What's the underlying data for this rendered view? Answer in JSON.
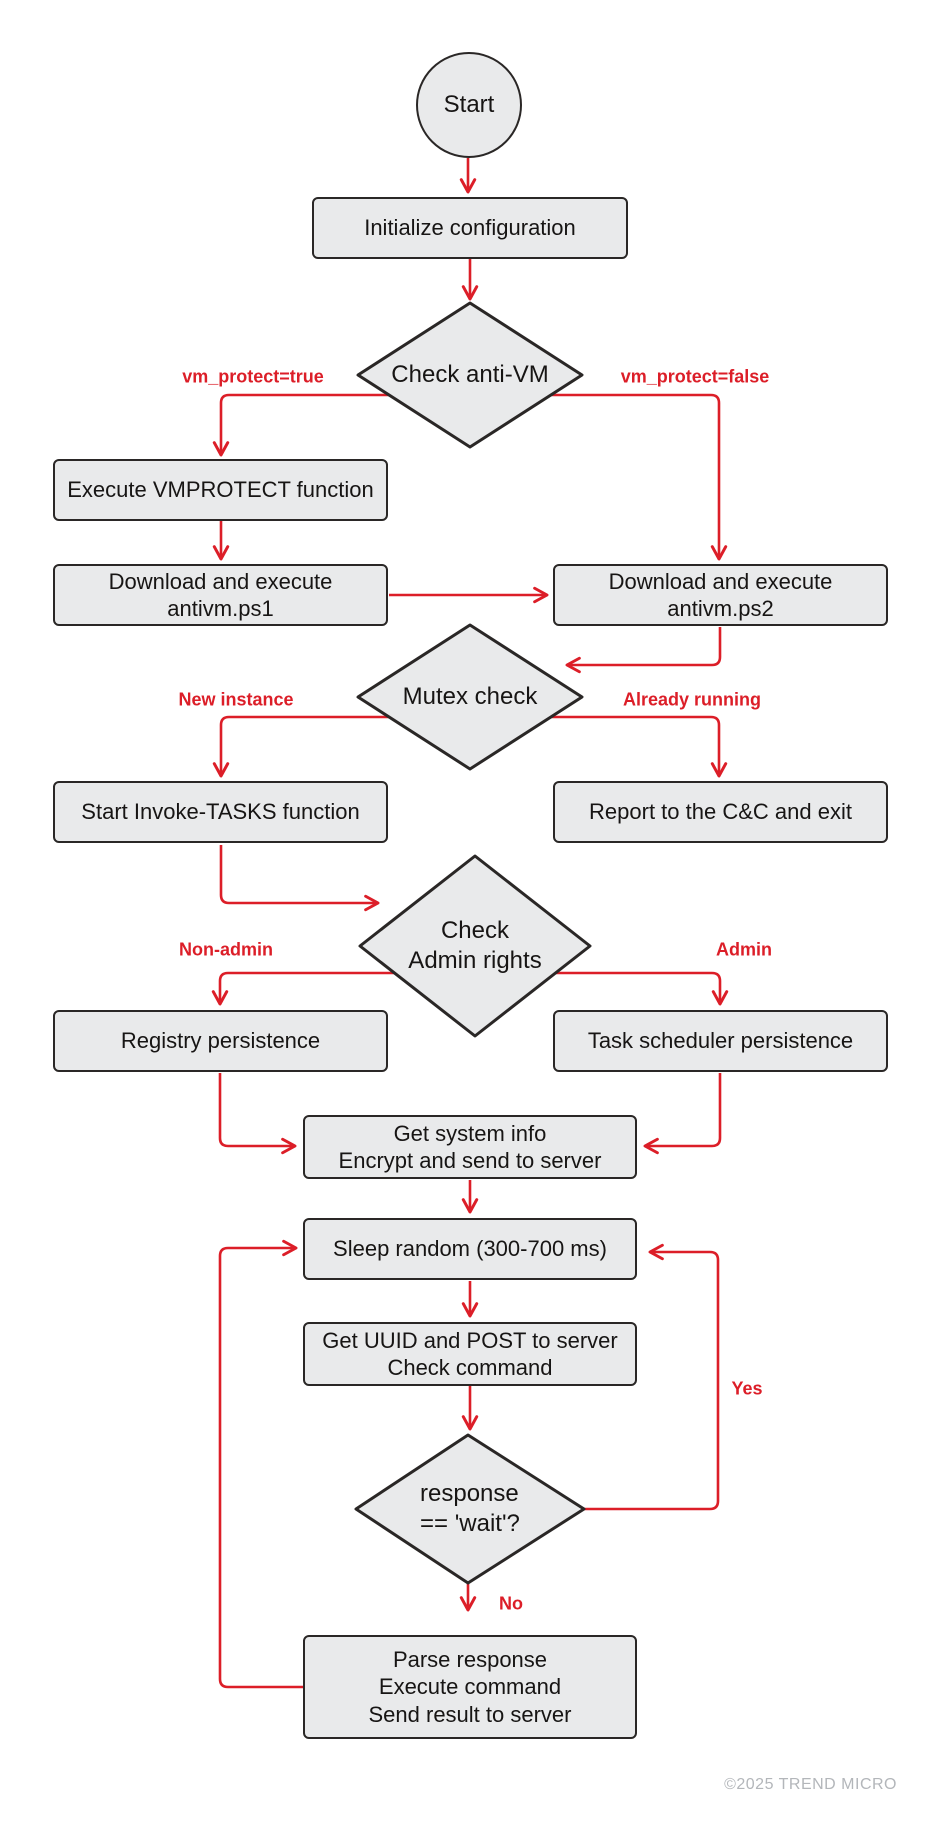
{
  "nodes": {
    "start": {
      "label": "Start"
    },
    "init": {
      "label": "Initialize configuration"
    },
    "check_anti_vm": {
      "label": "Check anti-VM"
    },
    "execute_vmprotect": {
      "label": "Execute VMPROTECT function"
    },
    "download_ps1": {
      "label": "Download and execute antivm.ps1"
    },
    "download_ps2": {
      "label": "Download and execute antivm.ps2"
    },
    "mutex_check": {
      "label": "Mutex check"
    },
    "start_invoke_tasks": {
      "label": "Start Invoke-TASKS function"
    },
    "report_cc_exit": {
      "label": "Report to the C&C and exit"
    },
    "check_admin": {
      "label": "Check\nAdmin rights"
    },
    "registry_persistence": {
      "label": "Registry persistence"
    },
    "task_scheduler_persistence": {
      "label": "Task scheduler persistence"
    },
    "get_system_info": {
      "label": "Get system info\nEncrypt and send to server"
    },
    "sleep_random": {
      "label": "Sleep random (300-700 ms)"
    },
    "get_uuid": {
      "label": "Get UUID and POST to server\nCheck command"
    },
    "response_wait": {
      "label": "response\n== 'wait'?"
    },
    "parse_response": {
      "label": "Parse response\nExecute command\nSend result to server"
    }
  },
  "edge_labels": {
    "vm_protect_true": "vm_protect=true",
    "vm_protect_false": "vm_protect=false",
    "new_instance": "New instance",
    "already_running": "Already running",
    "non_admin": "Non-admin",
    "admin": "Admin",
    "yes": "Yes",
    "no": "No"
  },
  "footer": {
    "copyright": "©2025 TREND MICRO"
  },
  "colors": {
    "accent_red": "#dc1e28",
    "node_fill": "#e9eaeb",
    "node_border": "#2a2726",
    "text": "#171514",
    "watermark": "#b3b6ba"
  }
}
